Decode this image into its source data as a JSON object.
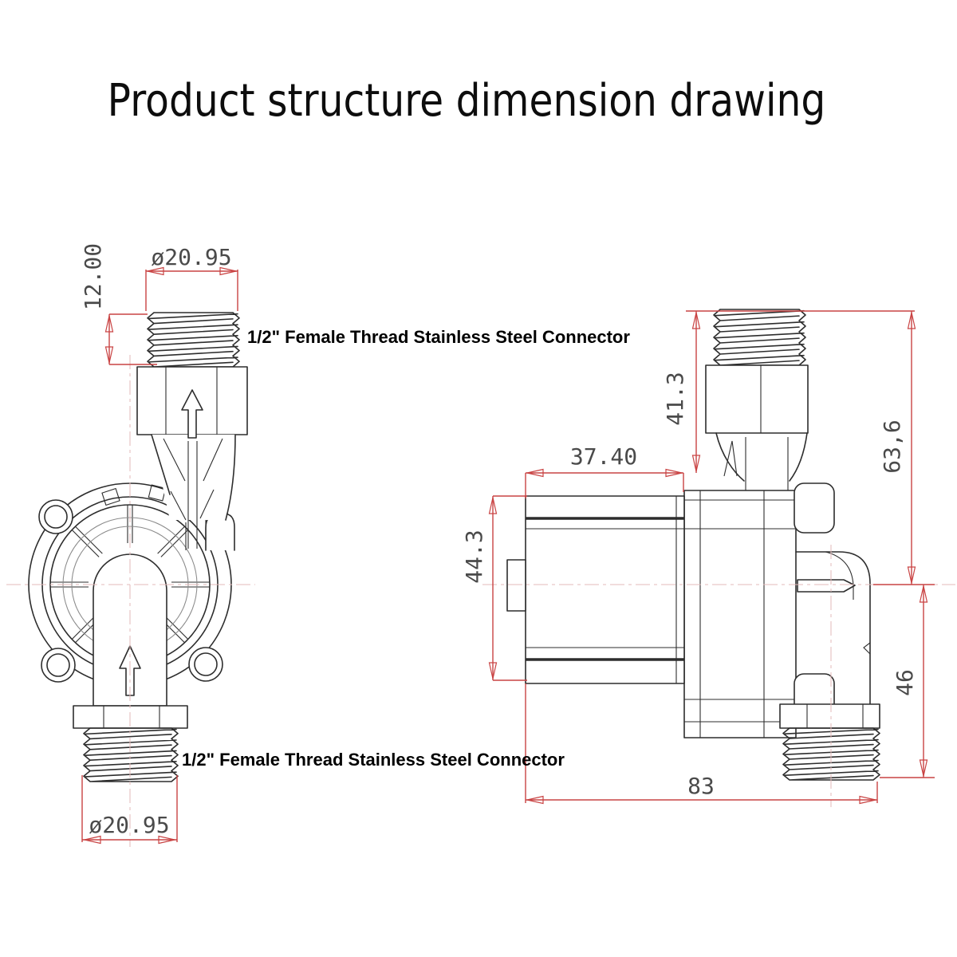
{
  "title": "Product structure dimension drawing",
  "views": {
    "front": {
      "top_connector_label": "1/2\" Female Thread Stainless Steel Connector",
      "bottom_connector_label": "1/2\" Female Thread Stainless Steel Connector",
      "dims": {
        "top_thread_diameter": "ø20.95",
        "top_thread_length": "12.00",
        "bottom_thread_diameter": "ø20.95"
      }
    },
    "side": {
      "dims": {
        "inlet_height": "41.3",
        "inlet_to_center": "63,6",
        "motor_length": "37.40",
        "motor_diameter": "44.3",
        "center_to_outlet_end": "46",
        "overall_length": "83"
      }
    }
  },
  "colors": {
    "dimension_line": "#c94343",
    "drawing_outline": "#2d2d2d",
    "centerline": "#e3b9b9",
    "dimension_text": "#4a4a4a"
  }
}
